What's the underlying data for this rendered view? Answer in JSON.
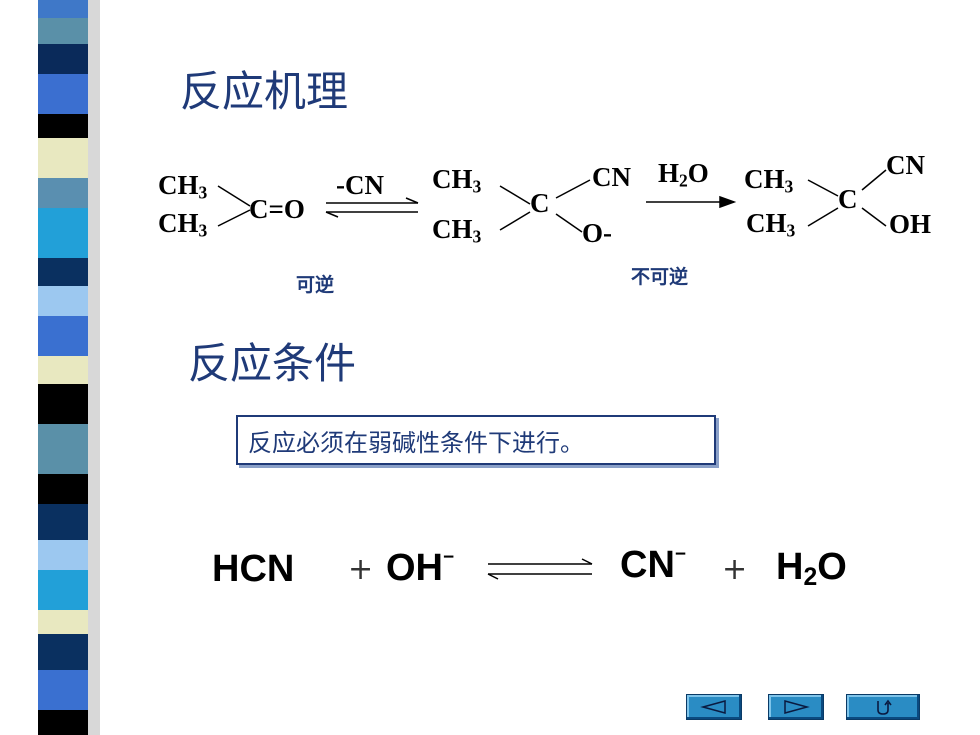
{
  "title_mechanism": "反应机理",
  "title_conditions": "反应条件",
  "mechanism": {
    "reactant_top": "CH₃",
    "reactant_bottom": "CH₃",
    "carbonyl": "C=O",
    "reagent1": "-CN",
    "intermediate_top": "CH₃",
    "intermediate_bottom": "CH₃",
    "intermediate_c": "C",
    "intermediate_cn": "CN",
    "intermediate_o": "O-",
    "reagent2": "H₂O",
    "product_top": "CH₃",
    "product_bottom": "CH₃",
    "product_c": "C",
    "product_cn": "CN",
    "product_oh": "OH",
    "label_reversible": "可逆",
    "label_irreversible": "不可逆"
  },
  "condition_note": "反应必须在弱碱性条件下进行。",
  "equation": {
    "hcn": "HCN",
    "plus1": "+",
    "oh": "OH",
    "oh_charge": "−",
    "cn": "CN",
    "cn_charge": "−",
    "plus2": "+",
    "h2o": "H₂O"
  },
  "nav": {
    "prev_icon": "left-triangle-icon",
    "next_icon": "right-triangle-icon",
    "return_icon": "return-icon"
  },
  "colors": {
    "title": "#1f3a78",
    "nav_button": "#2a8cc4"
  }
}
